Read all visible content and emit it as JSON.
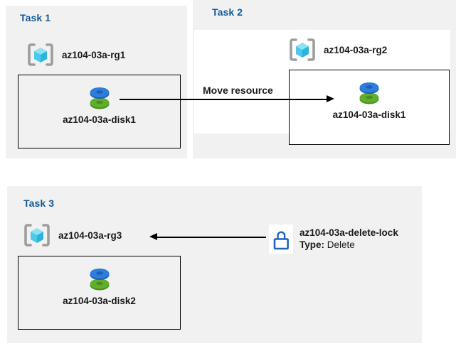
{
  "colors": {
    "panel_bg": "#f1f1f1",
    "title_blue": "#135a96",
    "text": "#1a1a1a",
    "box_border": "#000000",
    "arrow": "#000000",
    "lock_blue": "#1f63c0",
    "bracket_gray": "#9d9d9d",
    "cube_top": "#8ce1f4",
    "cube_left": "#4cc8e8",
    "cube_right": "#28b5dc",
    "disk_blue": "#2e7ddb",
    "disk_blue_dark": "#1e5fb6",
    "disk_green": "#5fae2c",
    "disk_green_dark": "#498e20"
  },
  "icons": {
    "resource_group": "brackets-around-cube",
    "disk": "stacked-blue-green-disks",
    "lock": "blue-outline-padlock",
    "arrows": "black-solid-arrows"
  },
  "task1": {
    "title": "Task 1",
    "resource_group": "az104-03a-rg1",
    "disk": "az104-03a-disk1"
  },
  "task2": {
    "title": "Task 2",
    "resource_group": "az104-03a-rg2",
    "disk": "az104-03a-disk1"
  },
  "task3": {
    "title": "Task 3",
    "resource_group": "az104-03a-rg3",
    "disk": "az104-03a-disk2",
    "lock_name": "az104-03a-delete-lock",
    "lock_type_label": "Type:",
    "lock_type_value": "Delete"
  },
  "move_arrow": {
    "label": "Move resource"
  }
}
